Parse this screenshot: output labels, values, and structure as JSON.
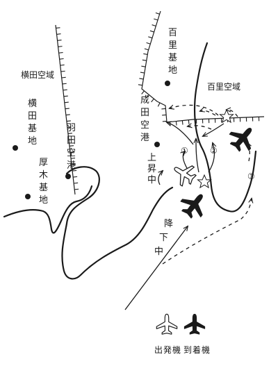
{
  "labels": {
    "yokota_airspace": "横田空域",
    "yokota_base": "横田基地",
    "atsugi_base": "厚木基地",
    "haneda_airport": "羽田空港",
    "hyakuri_base": "百里基地",
    "hyakuri_airspace": "百里空域",
    "narita_airport": "成田空港",
    "climbing": "上昇中",
    "descending": "降下中"
  },
  "route_numbers": [
    "①",
    "②",
    "③"
  ],
  "legend": {
    "departure_label": "出発機",
    "arrival_label": "到着機"
  },
  "colors": {
    "ink": "#1a1a1a",
    "paper": "#ffffff"
  }
}
